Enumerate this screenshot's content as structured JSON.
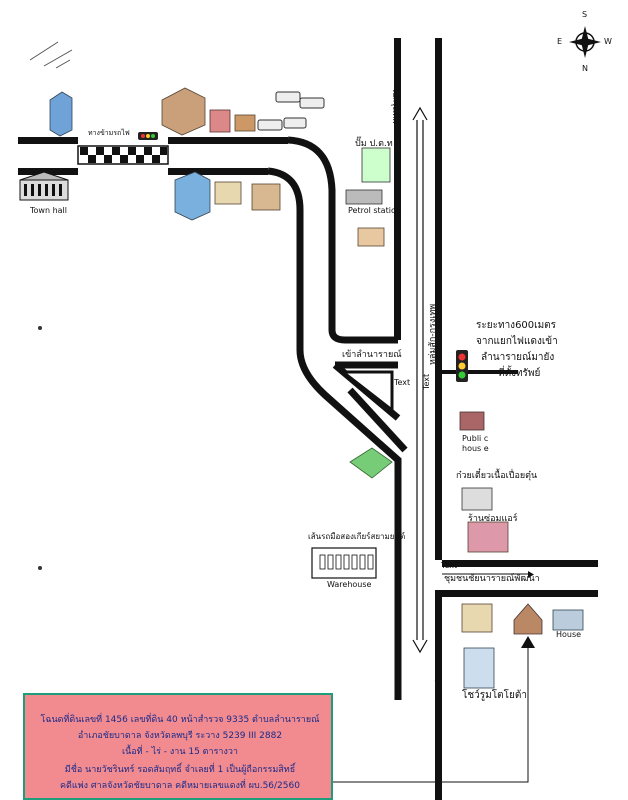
{
  "labels": {
    "crosswalk": "ทางข้ามรถไฟ",
    "town_hall": "Town hall",
    "gas_station_th": "ปั๊ม ป.ต.ท",
    "petrol_station": "Petrol station",
    "road_to_bangkok": "ไปกรุงเทพ",
    "enter_lamnarai": "เข้าลำนารายณ์",
    "text_1": "Text",
    "text_2": "Text",
    "text_3": "Text",
    "highway_name": "หล่มสัก-กรุงเทพ",
    "highway_lower": "ทางหลวงพิมพ์",
    "distance_line1": "ระยะทาง600เมตร",
    "distance_line2": "จากแยกไฟแดงเข้า",
    "distance_line3": "ลำนารายณ์มายัง",
    "distance_line4": "ที่ตั้งทรัพย์",
    "public_house": "Publi c hous e",
    "noodle_shop": "ก๋วยเตี๋ยวเนื้อเปื่อยตุ๋น",
    "repair_shop": "ร้านซ่อมแอร์",
    "warehouse_th": "เส้นรถมือสองเกียร์สยามยนต์",
    "warehouse": "Warehouse",
    "community": "ชุมชนชัยนารายณ์พัฒนา",
    "showroom": "โชว์รูมโตโยต้า",
    "house": "House"
  },
  "compass": {
    "north": "N",
    "south": "S",
    "east": "E",
    "west": "W"
  },
  "legal": {
    "line1": "โฉนดที่ดินเลขที่ 1456 เลขที่ดิน 40 หน้าสำรวจ 9335 ตำบลลำนารายณ์",
    "line2": "อำเภอชัยบาดาล จังหวัดลพบุรี ระวาง 5239 III 2882",
    "line3": "เนื้อที่ - ไร่ - งาน 15 ตารางวา",
    "line4": "มีชื่อ นายวัชรินทร์ รอดสัมฤทธิ์ จำเลยที่ 1 เป็นผู้ถือกรรมสิทธิ์",
    "line5": "คดีแพ่ง ศาลจังหวัดชัยบาดาล คดีหมายเลขแดงที่ ผบ.56/2560"
  },
  "colors": {
    "road": "#111111",
    "legal_bg": "#f28b8f",
    "legal_border": "#1f9c7a",
    "legal_text": "#1a2a8a"
  }
}
